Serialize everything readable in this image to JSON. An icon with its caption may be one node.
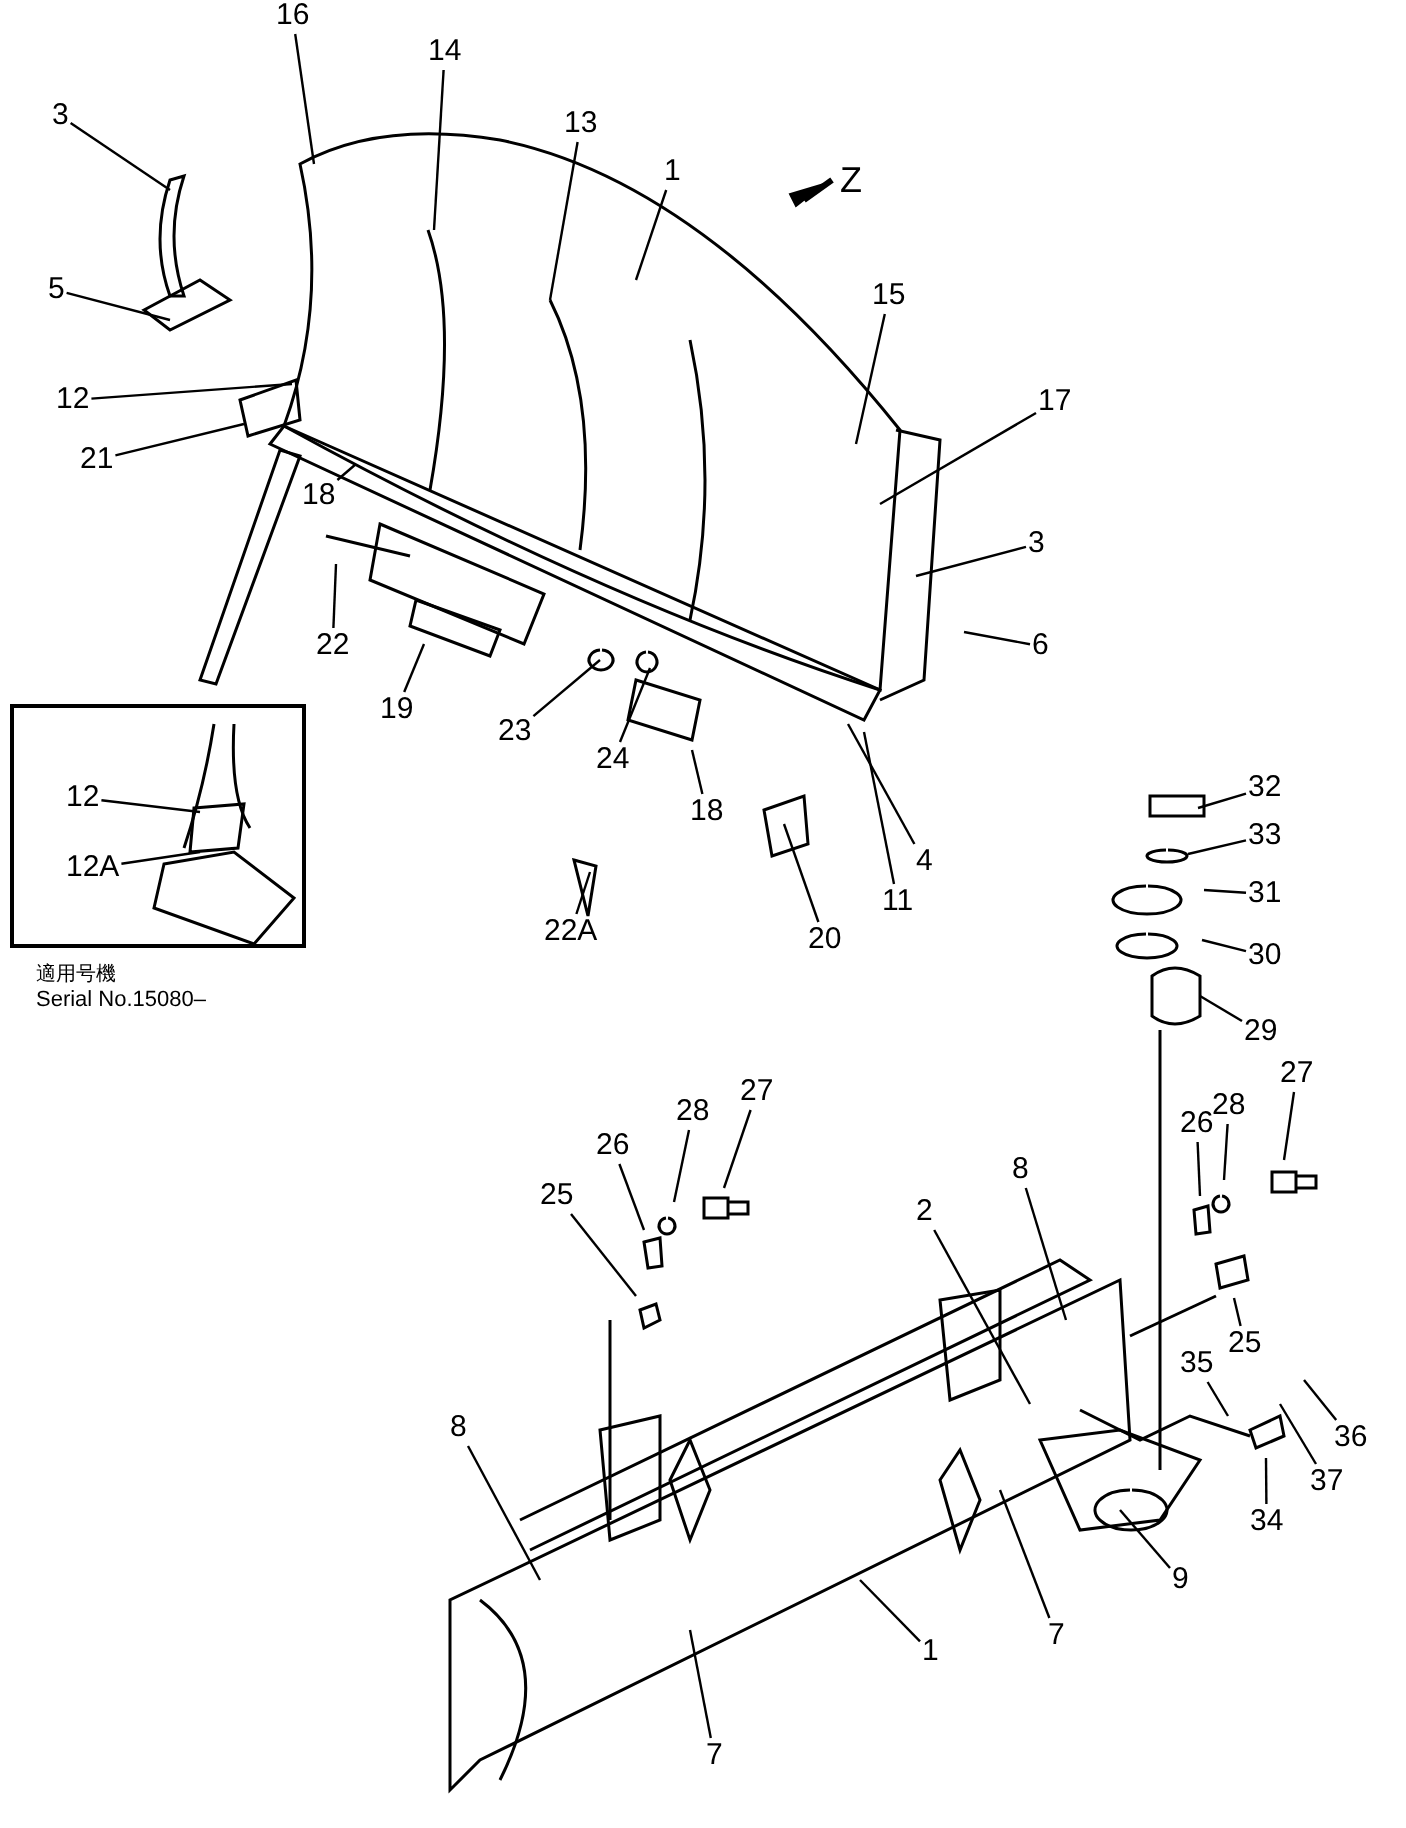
{
  "diagram": {
    "nodes": [
      {
        "text": [
          "16"
        ]
      },
      {
        "text": [
          "14"
        ]
      },
      {
        "text": [
          "3"
        ]
      },
      {
        "text": [
          "13"
        ]
      },
      {
        "text": [
          "1"
        ]
      },
      {
        "text": [
          "5"
        ]
      },
      {
        "text": [
          "15"
        ]
      },
      {
        "text": [
          "12"
        ]
      },
      {
        "text": [
          "21"
        ]
      },
      {
        "text": [
          "17"
        ]
      },
      {
        "text": [
          "18"
        ]
      },
      {
        "text": [
          "3"
        ]
      },
      {
        "text": [
          "22"
        ]
      },
      {
        "text": [
          "6"
        ]
      },
      {
        "text": [
          "19"
        ]
      },
      {
        "text": [
          "23"
        ]
      },
      {
        "text": [
          "24"
        ]
      },
      {
        "text": [
          "18"
        ]
      },
      {
        "text": [],
        "shape": "box"
      },
      {
        "text": [
          "12"
        ],
        "in": 18
      },
      {
        "text": [
          "12A"
        ],
        "in": 18
      },
      {
        "text": [
          "4"
        ]
      },
      {
        "text": [
          "11"
        ]
      },
      {
        "text": [
          "22A"
        ]
      },
      {
        "text": [
          "20"
        ]
      },
      {
        "text": [
          "32"
        ]
      },
      {
        "text": [
          "33"
        ]
      },
      {
        "text": [
          "31"
        ]
      },
      {
        "text": [
          "30"
        ]
      },
      {
        "text": [
          "29"
        ]
      },
      {
        "text": [
          "27"
        ]
      },
      {
        "text": [
          "26"
        ]
      },
      {
        "text": [
          "28"
        ]
      },
      {
        "text": [
          "27"
        ]
      },
      {
        "text": [
          "26"
        ]
      },
      {
        "text": [
          "28"
        ]
      },
      {
        "text": [
          "8"
        ]
      },
      {
        "text": [
          "2"
        ]
      },
      {
        "text": [
          "25"
        ]
      },
      {
        "text": [
          "25"
        ]
      },
      {
        "text": [
          "35"
        ]
      },
      {
        "text": [
          "36"
        ]
      },
      {
        "text": [
          "37"
        ]
      },
      {
        "text": [
          "34"
        ]
      },
      {
        "text": [
          "8"
        ]
      },
      {
        "text": [
          "9"
        ]
      },
      {
        "text": [
          "7"
        ]
      },
      {
        "text": [
          "1"
        ]
      },
      {
        "text": [
          "7"
        ]
      }
    ],
    "edges": [
      {
        "from": 0,
        "to": null,
        "arrow": "none"
      },
      {
        "from": 1,
        "to": null,
        "arrow": "none"
      },
      {
        "from": 2,
        "to": null,
        "arrow": "none"
      },
      {
        "from": 3,
        "to": null,
        "arrow": "none"
      },
      {
        "from": 4,
        "to": null,
        "arrow": "none"
      },
      {
        "from": 5,
        "to": null,
        "arrow": "none"
      },
      {
        "from": 6,
        "to": null,
        "arrow": "none"
      },
      {
        "from": 7,
        "to": null,
        "arrow": "none"
      },
      {
        "from": 8,
        "to": null,
        "arrow": "none"
      },
      {
        "from": 9,
        "to": null,
        "arrow": "none"
      },
      {
        "from": 10,
        "to": null,
        "arrow": "none"
      },
      {
        "from": 11,
        "to": null,
        "arrow": "none"
      },
      {
        "from": 12,
        "to": null,
        "arrow": "none"
      },
      {
        "from": 13,
        "to": null,
        "arrow": "none"
      },
      {
        "from": 14,
        "to": null,
        "arrow": "none"
      },
      {
        "from": 15,
        "to": null,
        "arrow": "none"
      },
      {
        "from": 16,
        "to": null,
        "arrow": "none"
      },
      {
        "from": 17,
        "to": null,
        "arrow": "none"
      },
      {
        "from": 19,
        "to": null,
        "arrow": "none"
      },
      {
        "from": 20,
        "to": null,
        "arrow": "none"
      },
      {
        "from": 21,
        "to": null,
        "arrow": "none"
      },
      {
        "from": 22,
        "to": null,
        "arrow": "none"
      },
      {
        "from": 23,
        "to": null,
        "arrow": "none"
      },
      {
        "from": 24,
        "to": null,
        "arrow": "none"
      },
      {
        "from": 25,
        "to": null,
        "arrow": "none"
      },
      {
        "from": 26,
        "to": null,
        "arrow": "none"
      },
      {
        "from": 27,
        "to": null,
        "arrow": "none"
      },
      {
        "from": 28,
        "to": null,
        "arrow": "none"
      },
      {
        "from": 29,
        "to": null,
        "arrow": "none"
      },
      {
        "from": 30,
        "to": null,
        "arrow": "none"
      },
      {
        "from": 31,
        "to": null,
        "arrow": "none"
      },
      {
        "from": 32,
        "to": null,
        "arrow": "none"
      },
      {
        "from": 33,
        "to": null,
        "arrow": "none"
      },
      {
        "from": 34,
        "to": null,
        "arrow": "none"
      },
      {
        "from": 35,
        "to": null,
        "arrow": "none"
      },
      {
        "from": 36,
        "to": null,
        "arrow": "none"
      },
      {
        "from": 37,
        "to": null,
        "arrow": "none"
      },
      {
        "from": 38,
        "to": null,
        "arrow": "none"
      },
      {
        "from": 39,
        "to": null,
        "arrow": "none"
      },
      {
        "from": 40,
        "to": null,
        "arrow": "none"
      },
      {
        "from": 41,
        "to": null,
        "arrow": "none"
      },
      {
        "from": 42,
        "to": null,
        "arrow": "none"
      },
      {
        "from": 43,
        "to": null,
        "arrow": "none"
      },
      {
        "from": 44,
        "to": null,
        "arrow": "none"
      },
      {
        "from": 45,
        "to": null,
        "arrow": "none"
      },
      {
        "from": 46,
        "to": null,
        "arrow": "none"
      },
      {
        "from": 47,
        "to": null,
        "arrow": "none"
      },
      {
        "from": 48,
        "to": null,
        "arrow": "none"
      }
    ],
    "labels": [
      "Z",
      "適用号機",
      "Serial No.15080–"
    ]
  }
}
